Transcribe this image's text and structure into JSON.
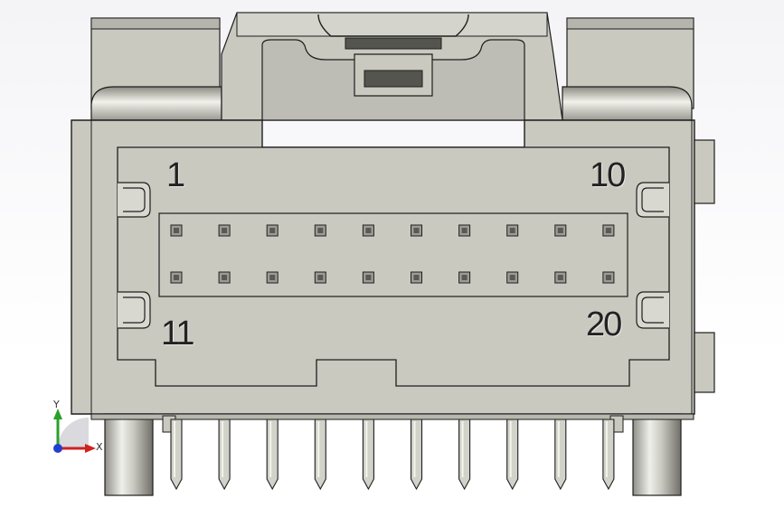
{
  "viewport": {
    "pin_labels": {
      "top_left": "1",
      "top_right": "10",
      "bottom_left": "11",
      "bottom_right": "20"
    },
    "triad": {
      "y_label": "Y",
      "x_label": "X"
    },
    "colors": {
      "body": "#c9c9c0",
      "edge": "#1e1e1e",
      "pin": "#5a5a52",
      "latch_dark": "#55554f",
      "axis_y": "#2aa02a",
      "axis_x": "#d02020",
      "axis_z": "#2040d0"
    },
    "pin_rows": 2,
    "pins_per_row": 10
  }
}
